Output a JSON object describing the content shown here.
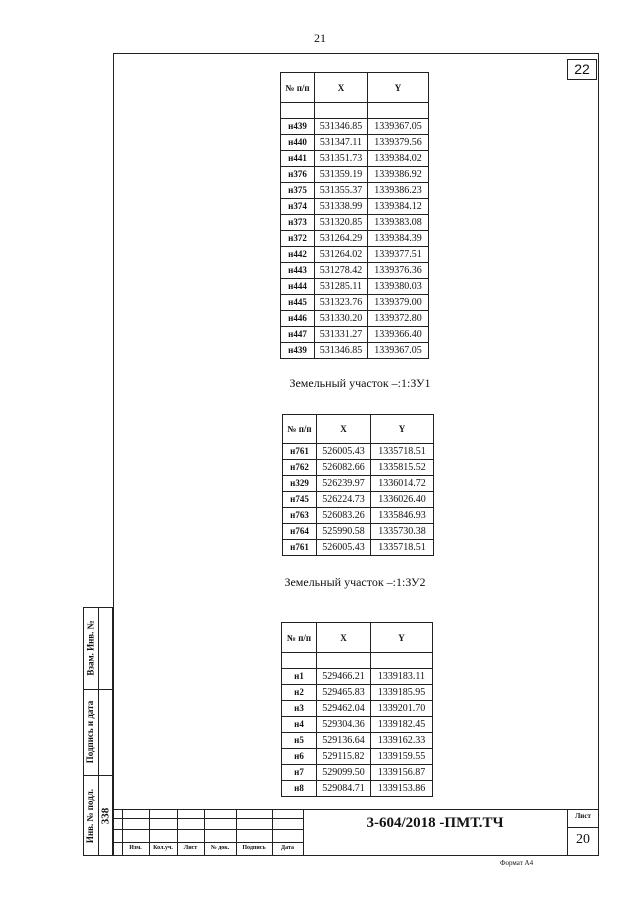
{
  "page_number_top": "21",
  "sheet_box": "22",
  "table_headers": {
    "num": "№ п/п",
    "x": "X",
    "y": "Y"
  },
  "table1": {
    "rows": [
      [
        "н439",
        "531346.85",
        "1339367.05"
      ],
      [
        "н440",
        "531347.11",
        "1339379.56"
      ],
      [
        "н441",
        "531351.73",
        "1339384.02"
      ],
      [
        "н376",
        "531359.19",
        "1339386.92"
      ],
      [
        "н375",
        "531355.37",
        "1339386.23"
      ],
      [
        "н374",
        "531338.99",
        "1339384.12"
      ],
      [
        "н373",
        "531320.85",
        "1339383.08"
      ],
      [
        "н372",
        "531264.29",
        "1339384.39"
      ],
      [
        "н442",
        "531264.02",
        "1339377.51"
      ],
      [
        "н443",
        "531278.42",
        "1339376.36"
      ],
      [
        "н444",
        "531285.11",
        "1339380.03"
      ],
      [
        "н445",
        "531323.76",
        "1339379.00"
      ],
      [
        "н446",
        "531330.20",
        "1339372.80"
      ],
      [
        "н447",
        "531331.27",
        "1339366.40"
      ],
      [
        "н439",
        "531346.85",
        "1339367.05"
      ]
    ]
  },
  "title_zu1": "Земельный участок –:1:ЗУ1",
  "table2": {
    "rows": [
      [
        "н761",
        "526005.43",
        "1335718.51"
      ],
      [
        "н762",
        "526082.66",
        "1335815.52"
      ],
      [
        "н329",
        "526239.97",
        "1336014.72"
      ],
      [
        "н745",
        "526224.73",
        "1336026.40"
      ],
      [
        "н763",
        "526083.26",
        "1335846.93"
      ],
      [
        "н764",
        "525990.58",
        "1335730.38"
      ],
      [
        "н761",
        "526005.43",
        "1335718.51"
      ]
    ]
  },
  "title_zu2": "Земельный участок –:1:ЗУ2",
  "table3": {
    "rows": [
      [
        "н1",
        "529466.21",
        "1339183.11"
      ],
      [
        "н2",
        "529465.83",
        "1339185.95"
      ],
      [
        "н3",
        "529462.04",
        "1339201.70"
      ],
      [
        "н4",
        "529304.36",
        "1339182.45"
      ],
      [
        "н5",
        "529136.64",
        "1339162.33"
      ],
      [
        "н6",
        "529115.82",
        "1339159.55"
      ],
      [
        "н7",
        "529099.50",
        "1339156.87"
      ],
      [
        "н8",
        "529084.71",
        "1339153.86"
      ]
    ]
  },
  "margin": {
    "vzam_inv": "Взам. Инв. №",
    "podpis_data": "Подпись и дата",
    "inv_podl": "Инв. № подл.",
    "inv_number": "338"
  },
  "stamp": {
    "izm": "Изм.",
    "kol_uch": "Кол.уч.",
    "list": "Лист",
    "n_dok": "№ док.",
    "podpis": "Подпись",
    "data": "Дата",
    "doc_code": "3-604/2018 -ПМТ.ТЧ",
    "sheet_label": "Лист",
    "sheet_number": "20",
    "format": "Формат А4"
  }
}
